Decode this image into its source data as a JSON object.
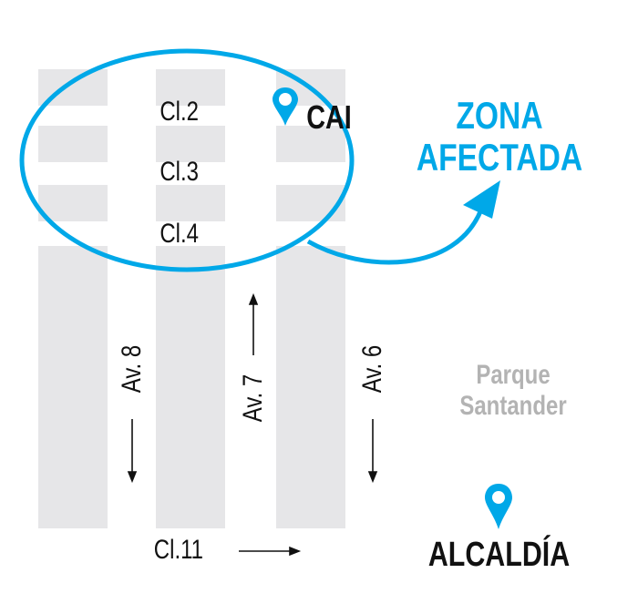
{
  "streets": {
    "cl2": "Cl.2",
    "cl3": "Cl.3",
    "cl4": "Cl.4",
    "cl11": "Cl.11",
    "av8": "Av. 8",
    "av7": "Av. 7",
    "av6": "Av. 6"
  },
  "landmarks": {
    "cai": "CAI",
    "alcaldia": "ALCALDÍA",
    "parque_line1": "Parque",
    "parque_line2": "Santander"
  },
  "callout": {
    "line1": "ZONA",
    "line2": "AFECTADA"
  },
  "colors": {
    "accent": "#00a8e8",
    "block": "#e6e6e8",
    "park_text": "#b3b3b3",
    "text": "#111111"
  }
}
